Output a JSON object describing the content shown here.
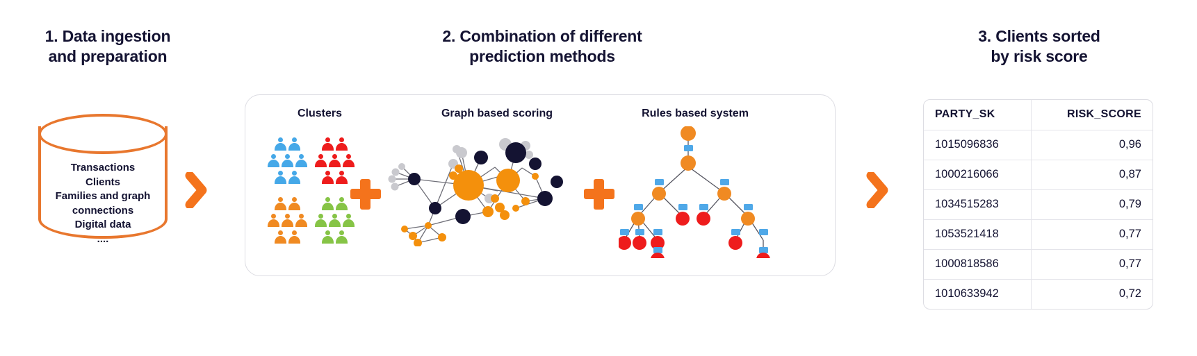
{
  "stages": [
    {
      "id": "ingestion",
      "title": "1. Data ingestion\nand preparation"
    },
    {
      "id": "combination",
      "title": "2. Combination of different\nprediction methods"
    },
    {
      "id": "sorted",
      "title": "3. Clients sorted\nby risk score"
    }
  ],
  "database": {
    "icon": "database-cylinder-icon",
    "contents": "Transactions\nClients\nFamilies and graph\nconnections\nDigital data\n...."
  },
  "methods": [
    {
      "id": "clusters",
      "label": "Clusters",
      "icon": "people-cluster-icon"
    },
    {
      "id": "graph",
      "label": "Graph based scoring",
      "icon": "network-graph-icon"
    },
    {
      "id": "rules",
      "label": "Rules based system",
      "icon": "decision-tree-icon"
    }
  ],
  "operators": [
    "+",
    "+"
  ],
  "arrows": [
    "chevron-right-icon",
    "chevron-right-icon"
  ],
  "results_table": {
    "columns": [
      "PARTY_SK",
      "RISK_SCORE"
    ],
    "rows": [
      [
        "1015096836",
        "0,96"
      ],
      [
        "1000216066",
        "0,87"
      ],
      [
        "1034515283",
        "0,79"
      ],
      [
        "1053521418",
        "0,77"
      ],
      [
        "1000818586",
        "0,77"
      ],
      [
        "1010633942",
        "0,72"
      ]
    ]
  },
  "colors": {
    "ink": "#141332",
    "orange": "#E8772E",
    "orange_bright": "#F4731C",
    "cluster_blue": "#45A8E8",
    "cluster_red": "#EE1C1C",
    "cluster_orange": "#F08A22",
    "cluster_green": "#86C446",
    "graph_navy": "#141332",
    "graph_orange": "#F4900C",
    "graph_grey": "#C9C9CE",
    "tree_orange": "#F08A22",
    "tree_red": "#EE1C1C",
    "tree_blue": "#4FA8E8",
    "border": "#DDDDE3"
  }
}
